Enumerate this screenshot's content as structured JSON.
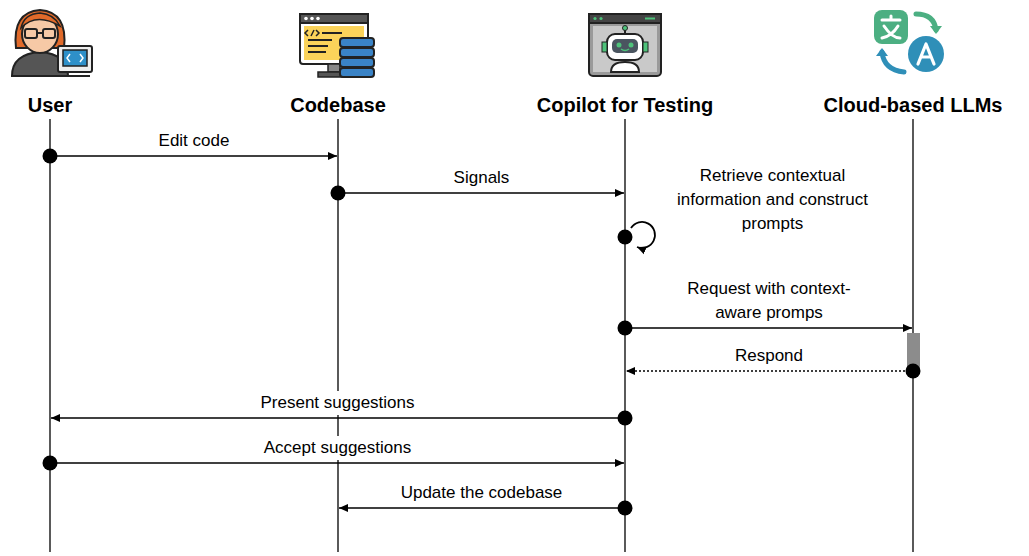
{
  "diagram": {
    "nodes": [
      {
        "text": [
          "User"
        ]
      },
      {
        "text": [
          "Codebase"
        ]
      },
      {
        "text": [
          "Copilot for Testing"
        ]
      },
      {
        "text": [
          "Cloud-based LLMs"
        ]
      }
    ],
    "edges": [
      {
        "from": 0,
        "to": 1,
        "arrow": "to",
        "label": "Edit code"
      },
      {
        "from": 1,
        "to": 2,
        "arrow": "to",
        "label": "Signals"
      },
      {
        "from": 2,
        "to": 2,
        "arrow": "to",
        "label": "Retrieve contextual information and construct prompts"
      },
      {
        "from": 2,
        "to": 3,
        "arrow": "to",
        "label": "Request with context-aware promps"
      },
      {
        "from": 3,
        "to": 2,
        "arrow": "to",
        "label": "Respond"
      },
      {
        "from": 2,
        "to": 0,
        "arrow": "to",
        "label": "Present suggestions"
      },
      {
        "from": 0,
        "to": 2,
        "arrow": "to",
        "label": "Accept suggestions"
      },
      {
        "from": 2,
        "to": 1,
        "arrow": "to",
        "label": "Update the codebase"
      }
    ]
  }
}
